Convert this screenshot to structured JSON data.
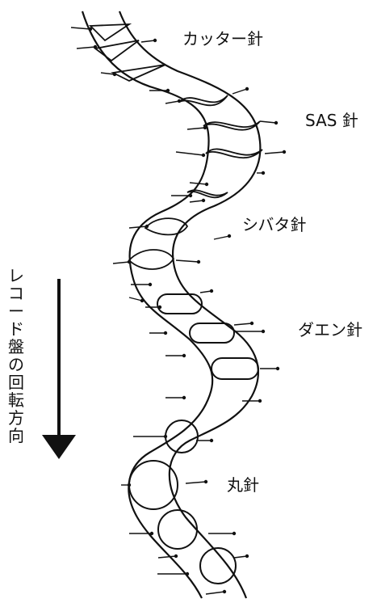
{
  "labels": {
    "cutter": "カッター針",
    "sas": "SAS 針",
    "shibata": "シバタ針",
    "daen": "ダエン針",
    "maru": "丸針"
  },
  "direction": {
    "text": "レコード盤の回転方向"
  },
  "colors": {
    "line": "#111111",
    "background": "#ffffff"
  }
}
